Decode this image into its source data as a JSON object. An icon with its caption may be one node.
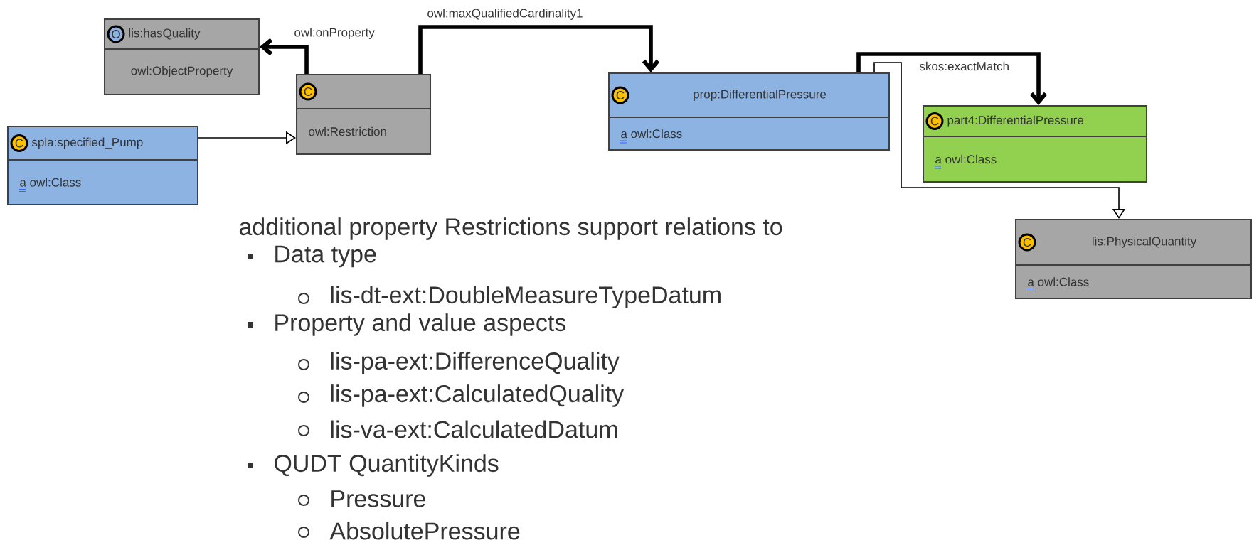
{
  "diagram": {
    "nodes": [
      {
        "text": [
          "O",
          "lis:hasQuality",
          "owl:ObjectProperty"
        ]
      },
      {
        "text": [
          "C",
          "owl:Restriction"
        ]
      },
      {
        "text": [
          "C",
          "spla:specified_Pump",
          "a owl:Class"
        ]
      },
      {
        "text": [
          "C",
          "prop:DifferentialPressure",
          "a owl:Class"
        ]
      },
      {
        "text": [
          "C",
          "part4:DifferentialPressure",
          "a owl:Class"
        ]
      },
      {
        "text": [
          "C",
          "lis:PhysicalQuantity",
          "a owl:Class"
        ]
      }
    ],
    "edges": [
      {
        "from": 2,
        "to": 1,
        "arrow": "to"
      },
      {
        "from": 1,
        "to": 0,
        "arrow": "to",
        "label": "owl:onProperty"
      },
      {
        "from": 1,
        "to": 3,
        "arrow": "to",
        "label": "owl:maxQualifiedCardinality1"
      },
      {
        "from": 3,
        "to": 4,
        "arrow": "to",
        "label": "skos:exactMatch"
      },
      {
        "from": 3,
        "to": 5,
        "arrow": "to"
      }
    ],
    "labels": [
      "additional property Restrictions support relations to",
      "Data type",
      "lis-dt-ext:DoubleMeasureTypeDatum",
      "Property and value aspects",
      "lis-pa-ext:DifferenceQuality",
      "lis-pa-ext:CalculatedQuality",
      "lis-va-ext:CalculatedDatum",
      "QUDT QuantityKinds",
      "Pressure",
      "AbsolutePressure"
    ]
  }
}
